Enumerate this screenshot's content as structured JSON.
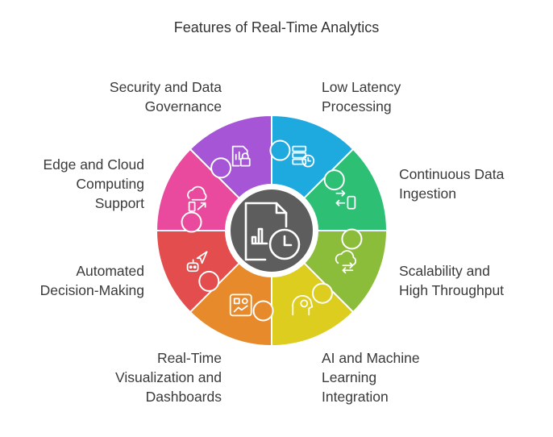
{
  "title": "Features of Real-Time Analytics",
  "colors": {
    "center": "#5d5d5d",
    "segments": [
      "#1ea9df",
      "#2dbf74",
      "#8cbd3a",
      "#ddcd1f",
      "#e78a2c",
      "#e34d4d",
      "#ea4a9e",
      "#a555d6"
    ]
  },
  "features": [
    {
      "label": "Low Latency\nProcessing",
      "icon": "server-clock-icon"
    },
    {
      "label": "Continuous Data\nIngestion",
      "icon": "device-sync-icon"
    },
    {
      "label": "Scalability and\nHigh Throughput",
      "icon": "cloud-arrows-icon"
    },
    {
      "label": "AI and Machine\nLearning\nIntegration",
      "icon": "ai-head-icon"
    },
    {
      "label": "Real-Time\nVisualization and\nDashboards",
      "icon": "dashboard-icon"
    },
    {
      "label": "Automated\nDecision-Making",
      "icon": "robot-arrow-icon"
    },
    {
      "label": "Edge and Cloud\nComputing\nSupport",
      "icon": "cloud-device-icon"
    },
    {
      "label": "Security and Data\nGovernance",
      "icon": "document-lock-icon"
    }
  ],
  "center_icon": "report-clock-icon"
}
